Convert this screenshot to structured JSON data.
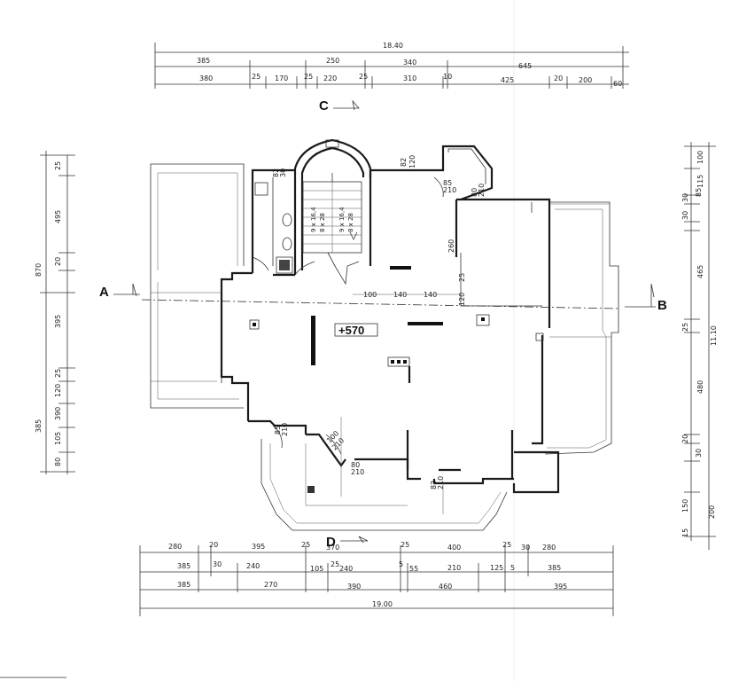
{
  "top_dims": {
    "total": "18.40",
    "row1": [
      "385",
      "250",
      "340",
      "645"
    ],
    "row2": [
      "380",
      "25",
      "170",
      "25",
      "220",
      "25",
      "310",
      "10",
      "425",
      "20",
      "200",
      "60"
    ]
  },
  "bottom_dims": {
    "row1": [
      "280",
      "20",
      "395",
      "25",
      "370",
      "25",
      "400",
      "25",
      "30",
      "280"
    ],
    "row2": [
      "385",
      "30",
      "240",
      "105",
      "25",
      "240",
      "5",
      "55",
      "210",
      "125",
      "5",
      "385"
    ],
    "row3": [
      "385",
      "270",
      "390",
      "460",
      "395"
    ],
    "total": "19.00"
  },
  "left_dims": {
    "row1": [
      "25",
      "495",
      "20",
      "395",
      "25",
      "120",
      "390",
      "105",
      "80"
    ],
    "outer": [
      "870",
      "385"
    ]
  },
  "right_dims": {
    "row1": [
      "100",
      "115",
      "30",
      "85",
      "30",
      "465",
      "25",
      "480",
      "20",
      "30",
      "150",
      "200"
    ],
    "outer": "11.10",
    "row2": [
      "15"
    ]
  },
  "sections": {
    "a": "A",
    "b": "B",
    "c": "C",
    "d": "D"
  },
  "level": "+570",
  "stairs": {
    "run1": "9 x 16,4",
    "tread1": "8 x 28",
    "run2": "9 x 16,4",
    "tread2": "8 x 28"
  },
  "interior_dims": {
    "hall": [
      "100",
      "140",
      "140"
    ],
    "wc": [
      "82",
      "30"
    ],
    "door_top": [
      "82",
      "120"
    ],
    "door_bal": [
      "85",
      "210"
    ],
    "door_right": [
      "80",
      "210"
    ],
    "wall_260": "260",
    "v25": "25",
    "v120": "120",
    "door_bottom_left": [
      "100",
      "210"
    ],
    "door_bottom_mid": [
      "80",
      "210"
    ],
    "door_bottom_right": [
      "82",
      "210"
    ],
    "door_entry": [
      "85",
      "210"
    ]
  }
}
